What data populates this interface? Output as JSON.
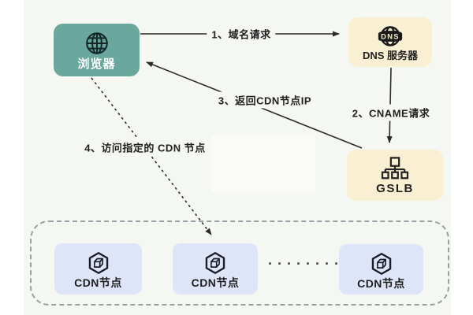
{
  "diagram": {
    "description": "CDN DNS resolution flow diagram"
  },
  "nodes": {
    "browser": {
      "label": "浏览器",
      "bg": "#6aa79c",
      "icon": "globe-icon"
    },
    "dns": {
      "label": "DNS 服务器",
      "bg": "#f9efd3",
      "icon": "dns-globe-icon",
      "icon_text": "DNS"
    },
    "gslb": {
      "label": "GSLB",
      "bg": "#f9efd3",
      "icon": "hierarchy-icon"
    },
    "cdn_cluster": {
      "node_bg": "#dfe5f8",
      "icon": "hexagon-cube-icon",
      "nodes": [
        {
          "label": "CDN节点"
        },
        {
          "label": "CDN节点"
        },
        {
          "label": "CDN节点"
        }
      ],
      "ellipsis": "·········"
    }
  },
  "edges": [
    {
      "seq": "1",
      "label": "1、域名请求",
      "from": "浏览器",
      "to": "DNS 服务器",
      "style": "solid"
    },
    {
      "seq": "2",
      "label": "2、CNAME请求",
      "from": "DNS 服务器",
      "to": "GSLB",
      "style": "solid"
    },
    {
      "seq": "3",
      "label": "3、返回CDN节点IP",
      "from": "GSLB",
      "to": "浏览器",
      "style": "solid"
    },
    {
      "seq": "4",
      "label": "4、访问指定的 CDN 节点",
      "from": "浏览器",
      "to": "CDN节点",
      "style": "dashed"
    }
  ],
  "colors": {
    "page_bg": "#ffffff",
    "canvas_bg": "#f5f7f3",
    "browser_bg": "#6aa79c",
    "dns_bg": "#f9efd3",
    "gslb_bg": "#f9efd3",
    "cdn_bg": "#dfe5f8",
    "arrow": "#2b2b2b",
    "dashed_border": "#99a0a4",
    "text_dark": "#1f1f1f",
    "text_light": "#ffffff"
  }
}
